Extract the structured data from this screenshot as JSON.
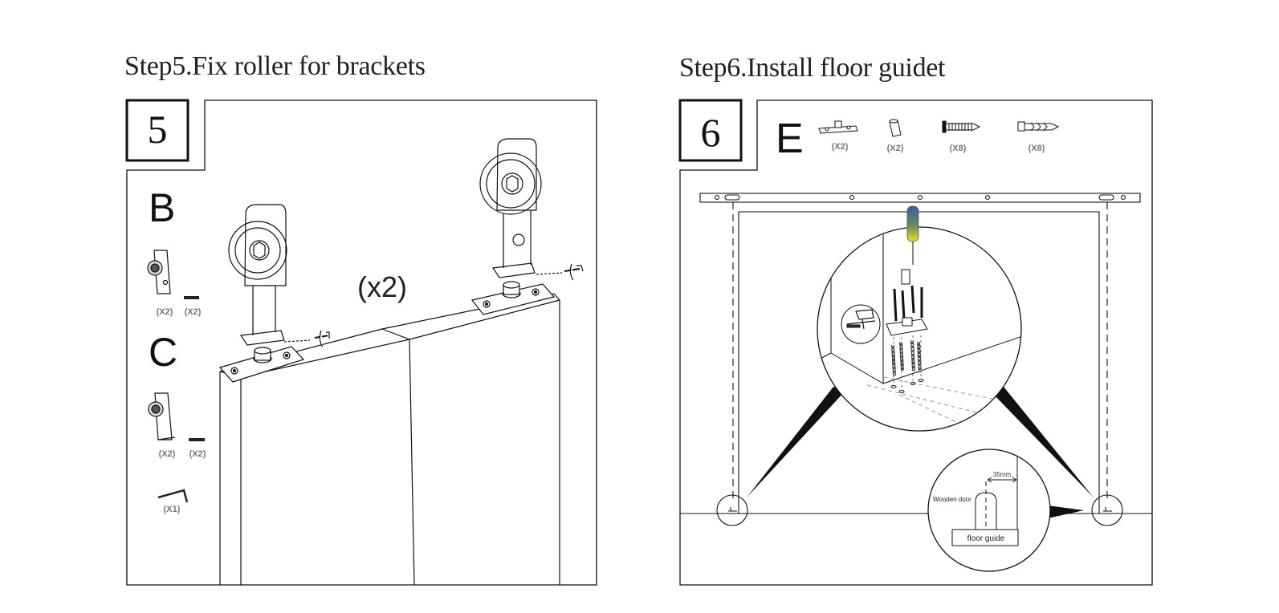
{
  "step5": {
    "title": "Step5.Fix roller for brackets",
    "number": "5",
    "parts": {
      "b_letter": "B",
      "b_qty_1": "(X2)",
      "b_qty_2": "(X2)",
      "c_letter": "C",
      "c_qty_1": "(X2)",
      "c_qty_2": "(X2)",
      "wrench_qty": "(X1)"
    },
    "multiplier": "(x2)"
  },
  "step6": {
    "title": "Step6.Install floor guidet",
    "number": "6",
    "parts": {
      "e_letter": "E",
      "qty_1": "(X2)",
      "qty_2": "(X2)",
      "qty_3": "(X8)",
      "qty_4": "(X8)"
    },
    "detail": {
      "wooden_door": "Wooden door",
      "floor_guide": "floor guide",
      "measure": "35mm"
    }
  }
}
